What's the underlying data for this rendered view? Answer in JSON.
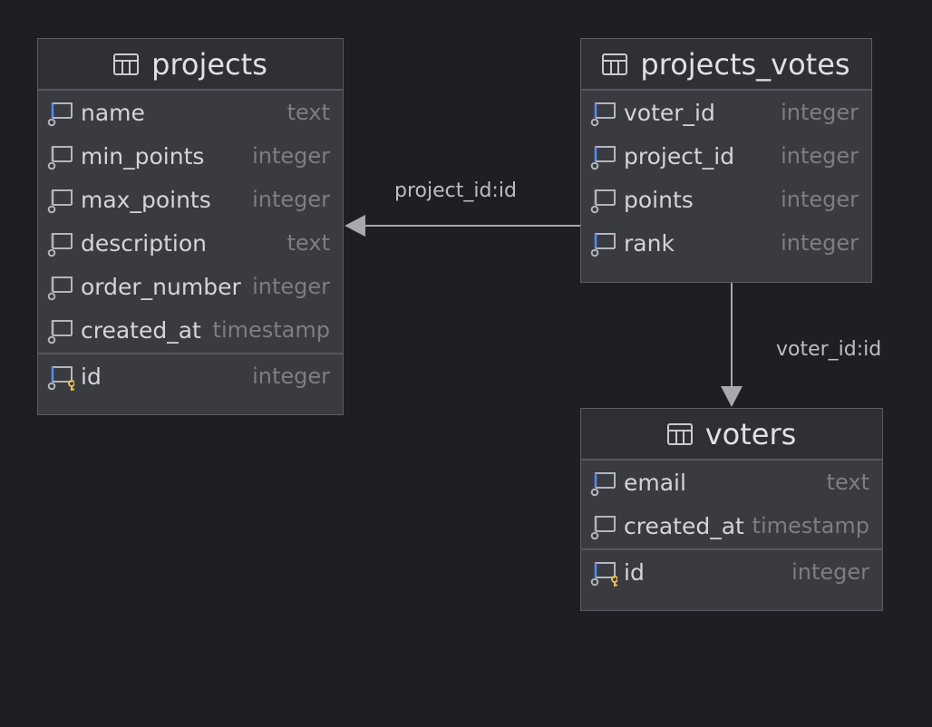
{
  "colors": {
    "background": "#1e1f22",
    "table_body": "#393b40",
    "table_header": "#2f3033",
    "border": "#5a5d63",
    "edge": "#a8a9ad",
    "icon_blue": "#548af7",
    "icon_gray": "#b4b6bb",
    "key_yellow": "#e8c04a"
  },
  "tables": {
    "projects": {
      "name": "projects",
      "columns": [
        {
          "name": "name",
          "type": "text",
          "icon": "column-indexed-icon"
        },
        {
          "name": "min_points",
          "type": "integer",
          "icon": "column-icon"
        },
        {
          "name": "max_points",
          "type": "integer",
          "icon": "column-icon"
        },
        {
          "name": "description",
          "type": "text",
          "icon": "column-icon"
        },
        {
          "name": "order_number",
          "type": "integer",
          "icon": "column-icon"
        },
        {
          "name": "created_at",
          "type": "timestamp",
          "icon": "column-icon"
        }
      ],
      "pk": {
        "name": "id",
        "type": "integer",
        "icon": "primary-key-icon"
      }
    },
    "projects_votes": {
      "name": "projects_votes",
      "columns": [
        {
          "name": "voter_id",
          "type": "integer",
          "icon": "column-indexed-icon"
        },
        {
          "name": "project_id",
          "type": "integer",
          "icon": "column-indexed-icon"
        },
        {
          "name": "points",
          "type": "integer",
          "icon": "column-icon"
        },
        {
          "name": "rank",
          "type": "integer",
          "icon": "column-indexed-icon"
        }
      ]
    },
    "voters": {
      "name": "voters",
      "columns": [
        {
          "name": "email",
          "type": "text",
          "icon": "column-indexed-icon"
        },
        {
          "name": "created_at",
          "type": "timestamp",
          "icon": "column-icon"
        }
      ],
      "pk": {
        "name": "id",
        "type": "integer",
        "icon": "primary-key-icon"
      }
    }
  },
  "relations": [
    {
      "from": "projects_votes",
      "to": "projects",
      "label": "project_id:id"
    },
    {
      "from": "projects_votes",
      "to": "voters",
      "label": "voter_id:id"
    }
  ]
}
